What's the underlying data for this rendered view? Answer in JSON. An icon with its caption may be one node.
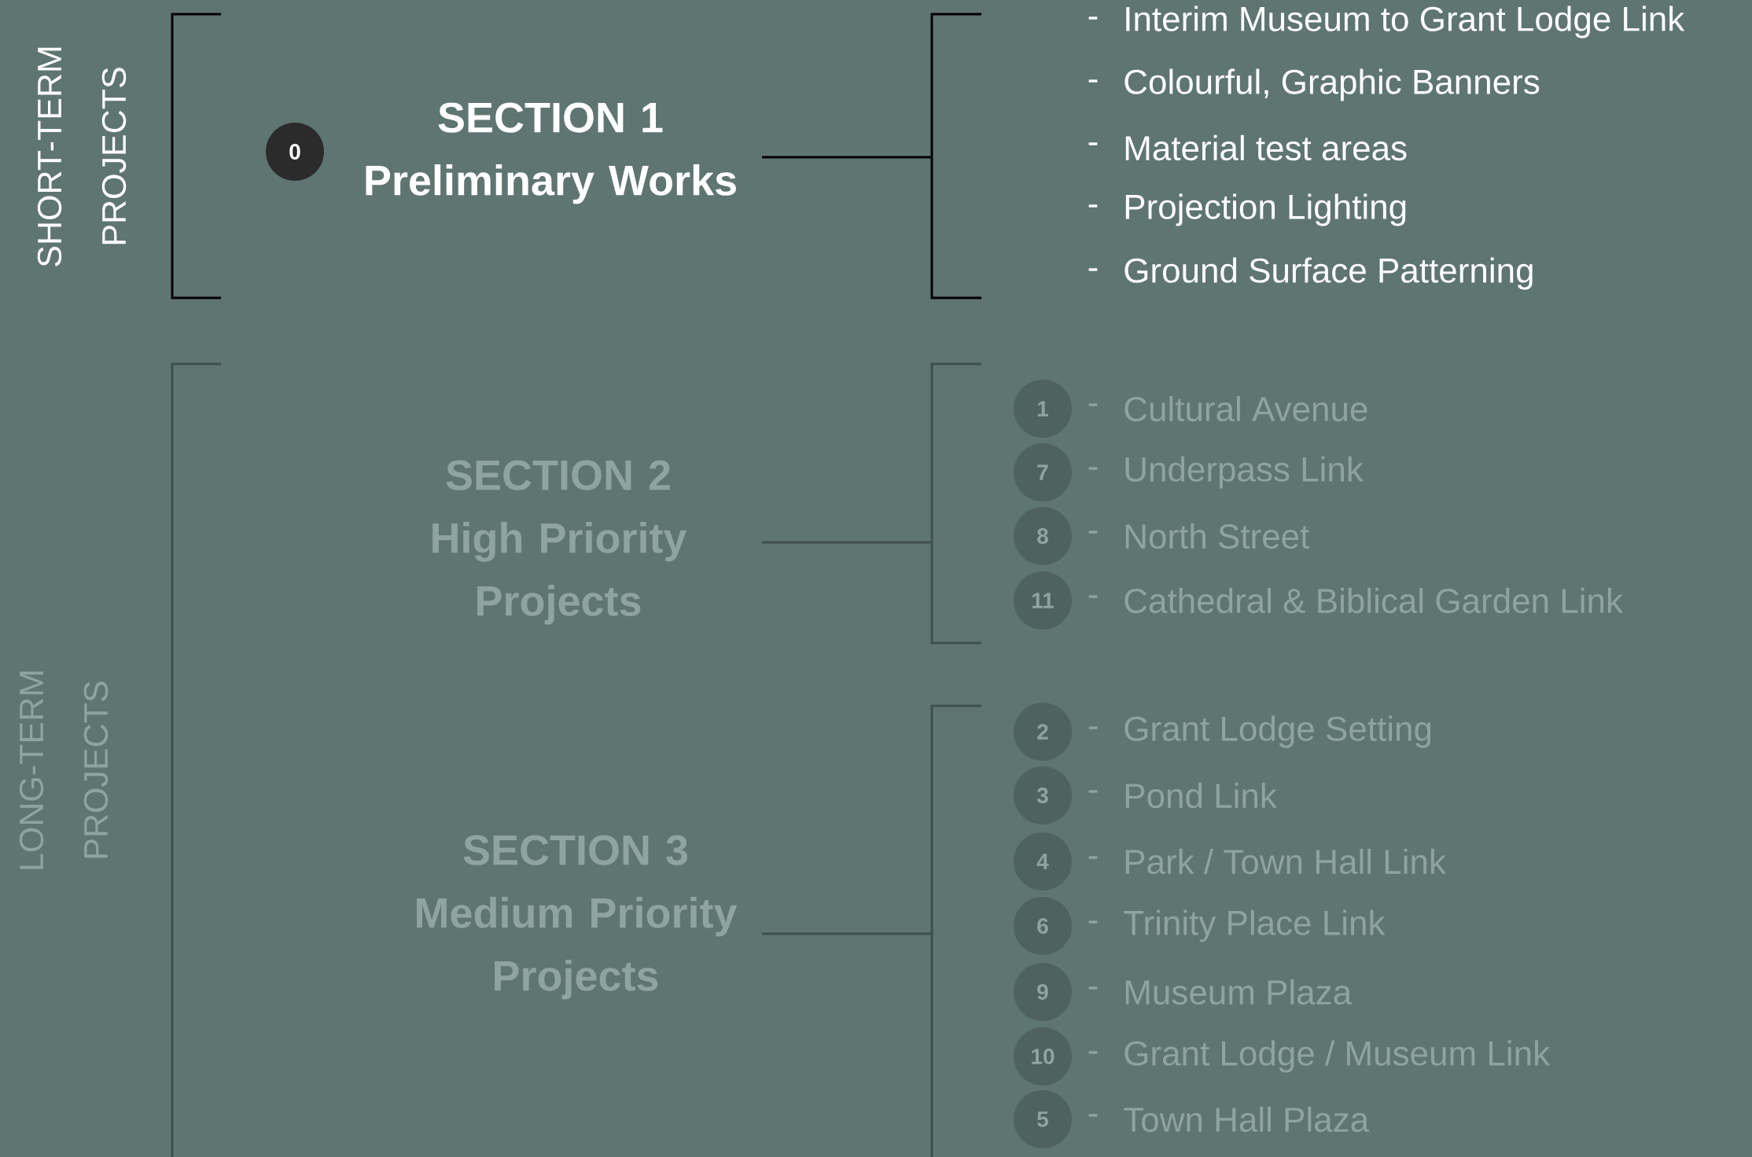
{
  "diagram": {
    "nodes": [
      {
        "text": [
          "SECTION 1",
          "Preliminary Works"
        ]
      },
      {
        "text": [
          "0"
        ]
      },
      {
        "text": [
          "SECTION 2",
          "High Priority Projects"
        ]
      },
      {
        "text": [
          "1"
        ],
        "beside": [
          "-",
          "Cultural Avenue"
        ]
      },
      {
        "text": [
          "7"
        ],
        "beside": [
          "-",
          "Underpass Link"
        ]
      },
      {
        "text": [
          "8"
        ],
        "beside": [
          "-",
          "North Street"
        ]
      },
      {
        "text": [
          "11"
        ],
        "beside": [
          "-",
          "Cathedral & Biblical Garden Link"
        ]
      },
      {
        "text": [
          "SECTION 3",
          "Medium Priority Projects"
        ]
      },
      {
        "text": [
          "2"
        ],
        "beside": [
          "-",
          "Grant Lodge Setting"
        ]
      },
      {
        "text": [
          "3"
        ],
        "beside": [
          "-",
          "Pond Link"
        ]
      },
      {
        "text": [
          "4"
        ],
        "beside": [
          "-",
          "Park / Town Hall Link"
        ]
      },
      {
        "text": [
          "6"
        ],
        "beside": [
          "-",
          "Trinity Place Link"
        ]
      },
      {
        "text": [
          "9"
        ],
        "beside": [
          "-",
          "Museum Plaza"
        ]
      },
      {
        "text": [
          "10"
        ],
        "beside": [
          "-",
          "Grant Lodge / Museum Link"
        ]
      },
      {
        "text": [
          "5"
        ],
        "beside": [
          "-",
          "Town Hall Plaza"
        ]
      }
    ],
    "labels": [
      "SHORT-TERM PROJECTS",
      "-",
      "Interim Museum to Grant Lodge Link",
      "-",
      "Colourful, Graphic Banners",
      "-",
      "Material test areas",
      "-",
      "Projection Lighting",
      "-",
      "Ground Surface Patterning",
      "LONG-TERM PROJECTS"
    ]
  }
}
